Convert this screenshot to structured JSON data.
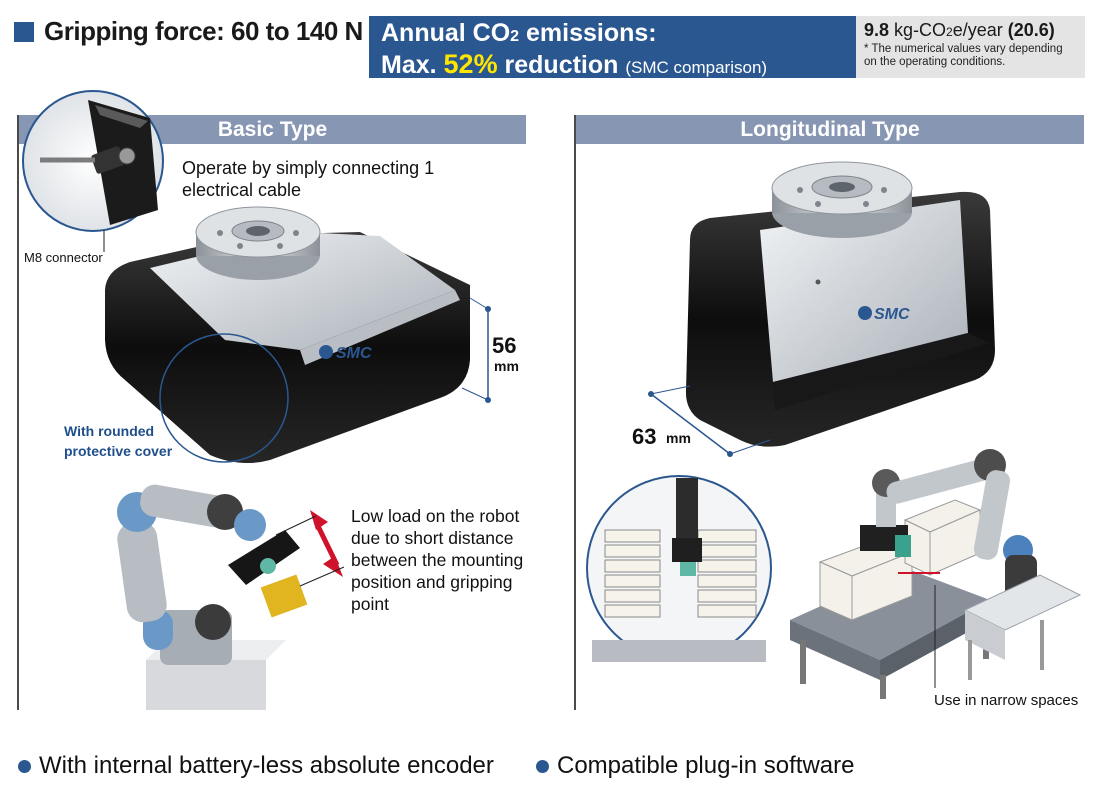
{
  "header": {
    "title": "Gripping force: 60 to 140 N",
    "co2": {
      "line1_prefix": "Annual CO",
      "line1_sub": "2",
      "line1_suffix": " emissions:",
      "line2_prefix": "Max. ",
      "percent": "52%",
      "line2_suffix": " reduction ",
      "comparison": "(SMC comparison)"
    },
    "value": {
      "amount": "9.8",
      "unit_prefix": " kg-CO",
      "unit_sub": "2",
      "unit_suffix": "e/year ",
      "compare": "(20.6)",
      "note": "* The numerical values vary depending on the operating conditions."
    }
  },
  "basic": {
    "title": "Basic Type",
    "cable_text": "Operate by simply connecting 1 electrical cable",
    "connector_label": "M8 connector",
    "cover_label_1": "With rounded",
    "cover_label_2": "protective cover",
    "height_value": "56",
    "height_unit": "mm",
    "logo": "SMC",
    "robot_text": "Low load on the robot due to short distance between the mounting position and gripping point"
  },
  "longitudinal": {
    "title": "Longitudinal Type",
    "width_value": "63",
    "width_unit": "mm",
    "logo": "SMC",
    "narrow_label": "Use in narrow spaces"
  },
  "features": [
    "With internal battery-less absolute encoder",
    "Compatible plug-in software"
  ],
  "colors": {
    "accent_blue": "#2b5790",
    "panel_header": "#8797b3",
    "highlight_yellow": "#ffe600",
    "value_bg": "#e4e4e4"
  }
}
